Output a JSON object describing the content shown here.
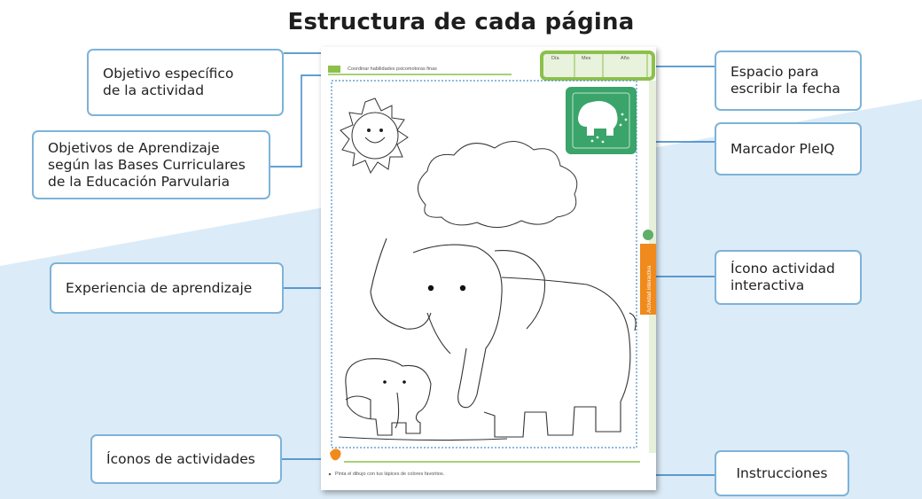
{
  "title": "Estructura de cada página",
  "callouts": {
    "objetivo_especifico": "Objetivo específico de la actividad",
    "objetivos_aprendizaje": "Objetivos de Aprendizaje según las Bases Curriculares de la Educación Parvularia",
    "experiencia": "Experiencia de aprendizaje",
    "iconos_actividades": "Íconos de actividades",
    "espacio_fecha": "Espacio para escribir la fecha",
    "marcador": "Marcador PleIQ",
    "icono_interactivo": "Ícono actividad interactiva",
    "instrucciones": "Instrucciones"
  },
  "worksheet": {
    "header_text": "Coordinar habilidades psicomotoras finas",
    "date_labels": [
      "Día",
      "Mes",
      "Año"
    ],
    "side_tab": "Actividad interactiva",
    "instruction": "Pinta el dibujo con tus lápices de colores favoritos."
  },
  "colors": {
    "accent_blue": "#7db3d8",
    "background_blue": "#dcebf8",
    "worksheet_green": "#8cc04b",
    "marker_green": "#3aa46a",
    "tab_orange": "#f08a1c"
  }
}
